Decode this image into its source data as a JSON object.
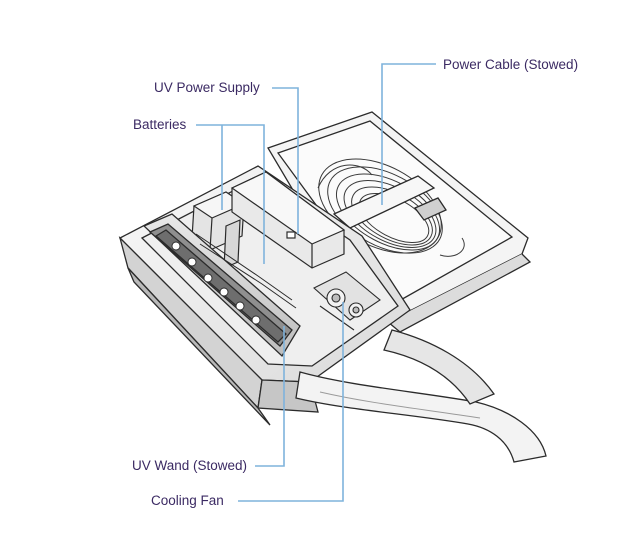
{
  "diagram": {
    "colors": {
      "label_text": "#3b2a63",
      "leader_line": "#7fb3dc",
      "sketch_stroke": "#2b2b2b",
      "sketch_fill": "#f2f2f2"
    },
    "callouts": [
      {
        "id": "power-cable",
        "label": "Power Cable (Stowed)"
      },
      {
        "id": "uv-power-supply",
        "label": "UV Power Supply"
      },
      {
        "id": "batteries",
        "label": "Batteries"
      },
      {
        "id": "uv-wand",
        "label": "UV Wand (Stowed)"
      },
      {
        "id": "cooling-fan",
        "label": "Cooling Fan"
      }
    ]
  }
}
